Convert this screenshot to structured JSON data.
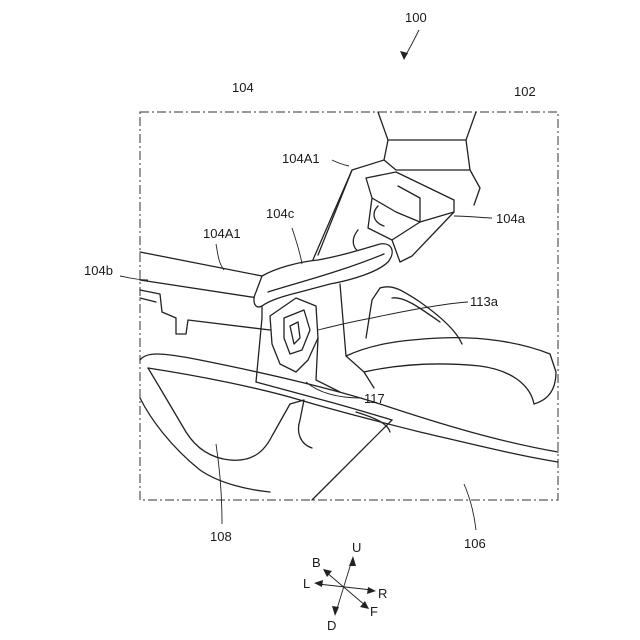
{
  "figure_ref": "100",
  "labels": {
    "l104": "104",
    "l102": "102",
    "l104A1_top": "104A1",
    "l104c": "104c",
    "l104a": "104a",
    "l104A1_left": "104A1",
    "l104b": "104b",
    "l113a": "113a",
    "l117": "117",
    "l108": "108",
    "l106": "106"
  },
  "directions": {
    "up": "U",
    "down": "D",
    "back": "B",
    "front": "F",
    "left": "L",
    "right": "R"
  }
}
